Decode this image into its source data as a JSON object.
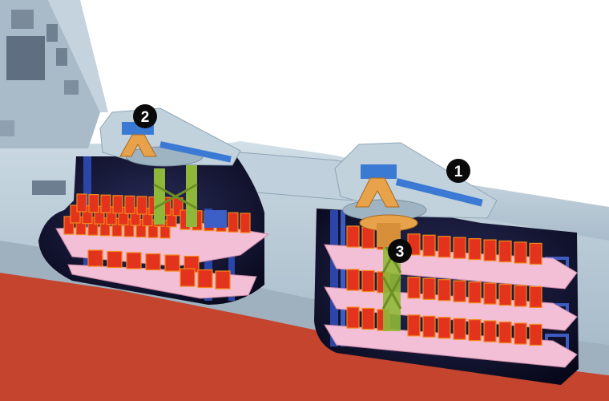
{
  "callouts": [
    {
      "id": "1",
      "label": "1"
    },
    {
      "id": "2",
      "label": "2"
    },
    {
      "id": "3",
      "label": "3"
    }
  ],
  "colors": {
    "hull_gray": "#b4c7d4",
    "hull_light": "#d6e2ea",
    "hull_dark": "#8fa5b5",
    "red_waterline": "#c4442d",
    "deck_pink": "#f3bfd6",
    "interior_dark": "#0d1030",
    "canister_red": "#e3331c",
    "canister_orange": "#f28a1b",
    "frame_blue": "#2b45a8",
    "gun_blue": "#3a7ad4",
    "gun_orange": "#e8a24a",
    "hoist_green": "#8fb83a",
    "callout_fill": "#0a0a0a"
  }
}
